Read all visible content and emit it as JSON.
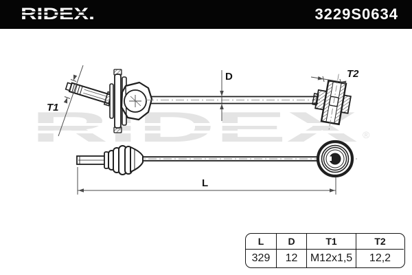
{
  "header": {
    "brand": "RIDEX.",
    "part_number": "3229S0634"
  },
  "watermark": {
    "text": "RIDEX",
    "registered_symbol": "®"
  },
  "diagram": {
    "labels": {
      "t1": "T1",
      "d": "D",
      "t2": "T2",
      "l": "L"
    }
  },
  "spec_table": {
    "headers": [
      "L",
      "D",
      "T1",
      "T2"
    ],
    "values": [
      "329",
      "12",
      "M12x1,5",
      "12,2"
    ]
  },
  "colors": {
    "header_bg": "#050505",
    "outline": "#1f1f1f",
    "dimension": "#4a4a4a",
    "watermark": "#e4e4e4"
  }
}
